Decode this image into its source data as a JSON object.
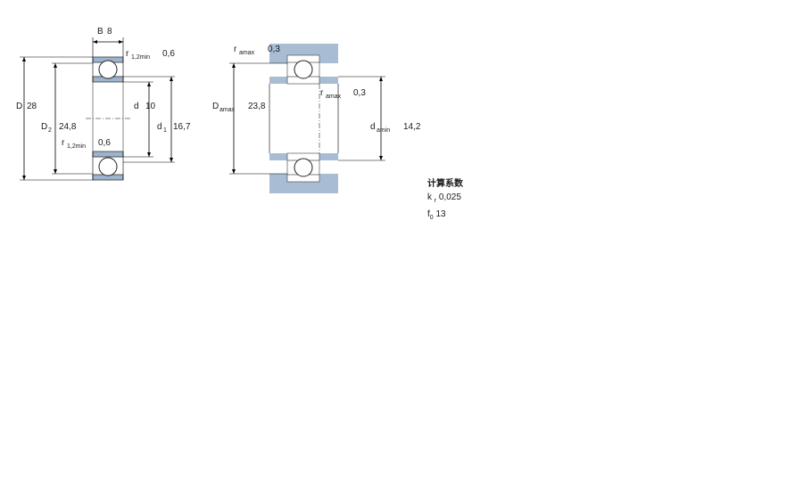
{
  "bearing_section": {
    "B": {
      "symbol": "B",
      "value": "8"
    },
    "r_top": {
      "symbol": "r",
      "sub": "1,2min",
      "value": "0,6"
    },
    "r_bottom": {
      "symbol": "r",
      "sub": "1,2min",
      "value": "0,6"
    },
    "D": {
      "symbol": "D",
      "value": "28"
    },
    "D2": {
      "symbol": "D",
      "sub": "2",
      "value": "24,8"
    },
    "d": {
      "symbol": "d",
      "value": "10"
    },
    "d1": {
      "symbol": "d",
      "sub": "1",
      "value": "16,7"
    }
  },
  "abutment_section": {
    "ra_top": {
      "symbol": "r",
      "sub": "amax",
      "value": "0,3"
    },
    "ra_mid": {
      "symbol": "r",
      "sub": "amax",
      "value": "0,3"
    },
    "Da": {
      "symbol": "D",
      "sub": "amax",
      "value": "23,8"
    },
    "da": {
      "symbol": "d",
      "sub": "amin",
      "value": "14,2"
    }
  },
  "calculation_factors": {
    "title": "计算系数",
    "kr": {
      "symbol": "k",
      "sub": "r",
      "value": "0,025"
    },
    "f0": {
      "symbol": "f",
      "sub": "0",
      "value": "13"
    }
  },
  "colors": {
    "housing": "#a8bdd4",
    "ring": "#9db4cf"
  }
}
